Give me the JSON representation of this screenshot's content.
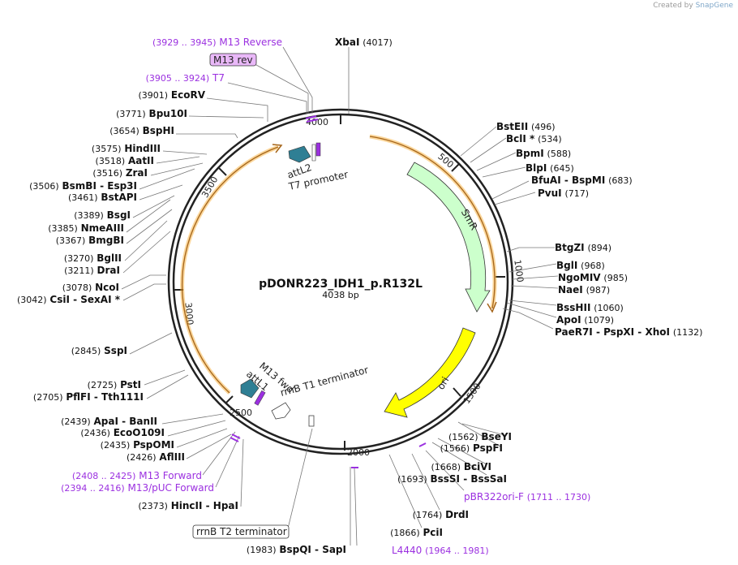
{
  "credit": {
    "prefix": "Created by",
    "brand": "SnapGene"
  },
  "plasmid": {
    "name": "pDONR223_IDH1_p.R132L",
    "size": "4038 bp"
  },
  "ring_ticks": [
    "500",
    "1000",
    "1500",
    "2000",
    "2500",
    "3000",
    "3500",
    "4000"
  ],
  "features": {
    "SmR": "SmR",
    "ori": "ori",
    "attL2": "attL2",
    "T7promoter": "T7 promoter",
    "M13fwd": "M13 fwd",
    "attL1": "attL1",
    "rrnBT1": "rrnB T1 terminator",
    "rrnBT2": "rrnB T2 terminator",
    "M13rev": "M13 rev"
  },
  "colors": {
    "smr": "#ccffcc",
    "ori": "#ffff00",
    "att": "#2f7f94",
    "primer": "#9b30e0",
    "promoter": "#ffffff",
    "orf": "#f6a623"
  },
  "sites": [
    {
      "pos": "(4017)",
      "name": "XbaI"
    },
    {
      "pos": "(3901)",
      "name": "EcoRV"
    },
    {
      "pos": "(3771)",
      "name": "Bpu10I"
    },
    {
      "pos": "(3654)",
      "name": "BspHI"
    },
    {
      "pos": "(3575)",
      "name": "HindIII"
    },
    {
      "pos": "(3518)",
      "name": "AatII"
    },
    {
      "pos": "(3516)",
      "name": "ZraI"
    },
    {
      "pos": "(3506)",
      "name": "BsmBI  -  Esp3I"
    },
    {
      "pos": "(3461)",
      "name": "BstAPI"
    },
    {
      "pos": "(3389)",
      "name": "BsgI"
    },
    {
      "pos": "(3385)",
      "name": "NmeAIII"
    },
    {
      "pos": "(3367)",
      "name": "BmgBI"
    },
    {
      "pos": "(3270)",
      "name": "BglII"
    },
    {
      "pos": "(3211)",
      "name": "DraI"
    },
    {
      "pos": "(3078)",
      "name": "NcoI"
    },
    {
      "pos": "(3042)",
      "name": "CsiI  -  SexAI *"
    },
    {
      "pos": "(2845)",
      "name": "SspI"
    },
    {
      "pos": "(2725)",
      "name": "PstI"
    },
    {
      "pos": "(2705)",
      "name": "PflFI  -  Tth111I"
    },
    {
      "pos": "(2439)",
      "name": "ApaI  -  BanII"
    },
    {
      "pos": "(2436)",
      "name": "EcoO109I"
    },
    {
      "pos": "(2435)",
      "name": "PspOMI"
    },
    {
      "pos": "(2426)",
      "name": "AflIII"
    },
    {
      "pos": "(2373)",
      "name": "HincII  -  HpaI"
    },
    {
      "pos": "(1983)",
      "name": "BspQI  -  SapI"
    },
    {
      "pos": "(1866)",
      "name": "PciI"
    },
    {
      "pos": "(1764)",
      "name": "DrdI"
    },
    {
      "pos": "(1693)",
      "name": "BssSI  -  BssSaI"
    },
    {
      "pos": "(1668)",
      "name": "BciVI"
    },
    {
      "pos": "(1566)",
      "name": "PspFI"
    },
    {
      "pos": "(1562)",
      "name": "BseYI"
    },
    {
      "pos": "(1132)",
      "name": "PaeR7I  -  PspXI  -  XhoI"
    },
    {
      "pos": "(1079)",
      "name": "ApoI"
    },
    {
      "pos": "(1060)",
      "name": "BssHII"
    },
    {
      "pos": "(987)",
      "name": "NaeI"
    },
    {
      "pos": "(985)",
      "name": "NgoMIV"
    },
    {
      "pos": "(968)",
      "name": "BglI"
    },
    {
      "pos": "(894)",
      "name": "BtgZI"
    },
    {
      "pos": "(717)",
      "name": "PvuI"
    },
    {
      "pos": "(683)",
      "name": "BfuAI  -  BspMI"
    },
    {
      "pos": "(645)",
      "name": "BlpI"
    },
    {
      "pos": "(588)",
      "name": "BpmI"
    },
    {
      "pos": "(534)",
      "name": "BclI *"
    },
    {
      "pos": "(496)",
      "name": "BstEII"
    }
  ],
  "primers": [
    {
      "range": "(3929 .. 3945)",
      "name": "M13 Reverse"
    },
    {
      "range": "(3905 .. 3924)",
      "name": "T7"
    },
    {
      "range": "(2408 .. 2425)",
      "name": "M13 Forward"
    },
    {
      "range": "(2394 .. 2416)",
      "name": "M13/pUC Forward"
    },
    {
      "name": "pBR322ori-F",
      "range": "(1711 .. 1730)"
    },
    {
      "name": "L4440",
      "range": "(1964 .. 1981)"
    }
  ]
}
